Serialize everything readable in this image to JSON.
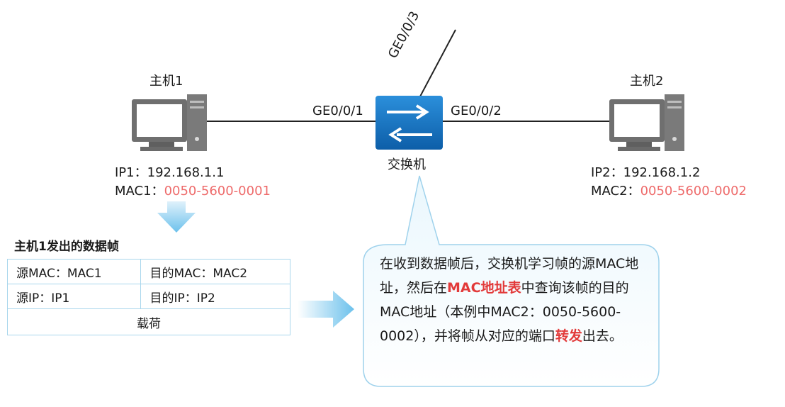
{
  "host1": {
    "name": "主机1",
    "ip_label": "IP1：",
    "ip": "192.168.1.1",
    "mac_label": "MAC1：",
    "mac": "0050-5600-0001"
  },
  "host2": {
    "name": "主机2",
    "ip_label": "IP2：",
    "ip": "192.168.1.2",
    "mac_label": "MAC2：",
    "mac": "0050-5600-0002"
  },
  "switch": {
    "name": "交换机",
    "port_left": "GE0/0/1",
    "port_right": "GE0/0/2",
    "port_top": "GE0/0/3"
  },
  "frame": {
    "title": "主机1发出的数据帧",
    "src_mac": "源MAC：MAC1",
    "dst_mac": "目的MAC：MAC2",
    "src_ip": "源IP：IP1",
    "dst_ip": "目的IP：IP2",
    "payload": "载荷"
  },
  "callout": {
    "text_1": "在收到数据帧后，交换机学习帧的源MAC地址，然后在",
    "highlight_1": "MAC地址表",
    "text_2": "中查询该帧的目的MAC地址（本例中MAC2：0050-5600-0002），并将帧从对应的端口",
    "highlight_2": "转发",
    "text_3": "出去。"
  },
  "colors": {
    "highlight_red": "#e23a3a",
    "mac_red": "#ee6b6b",
    "switch_blue": "#1a78c2",
    "border_blue": "#a9d6ec"
  }
}
